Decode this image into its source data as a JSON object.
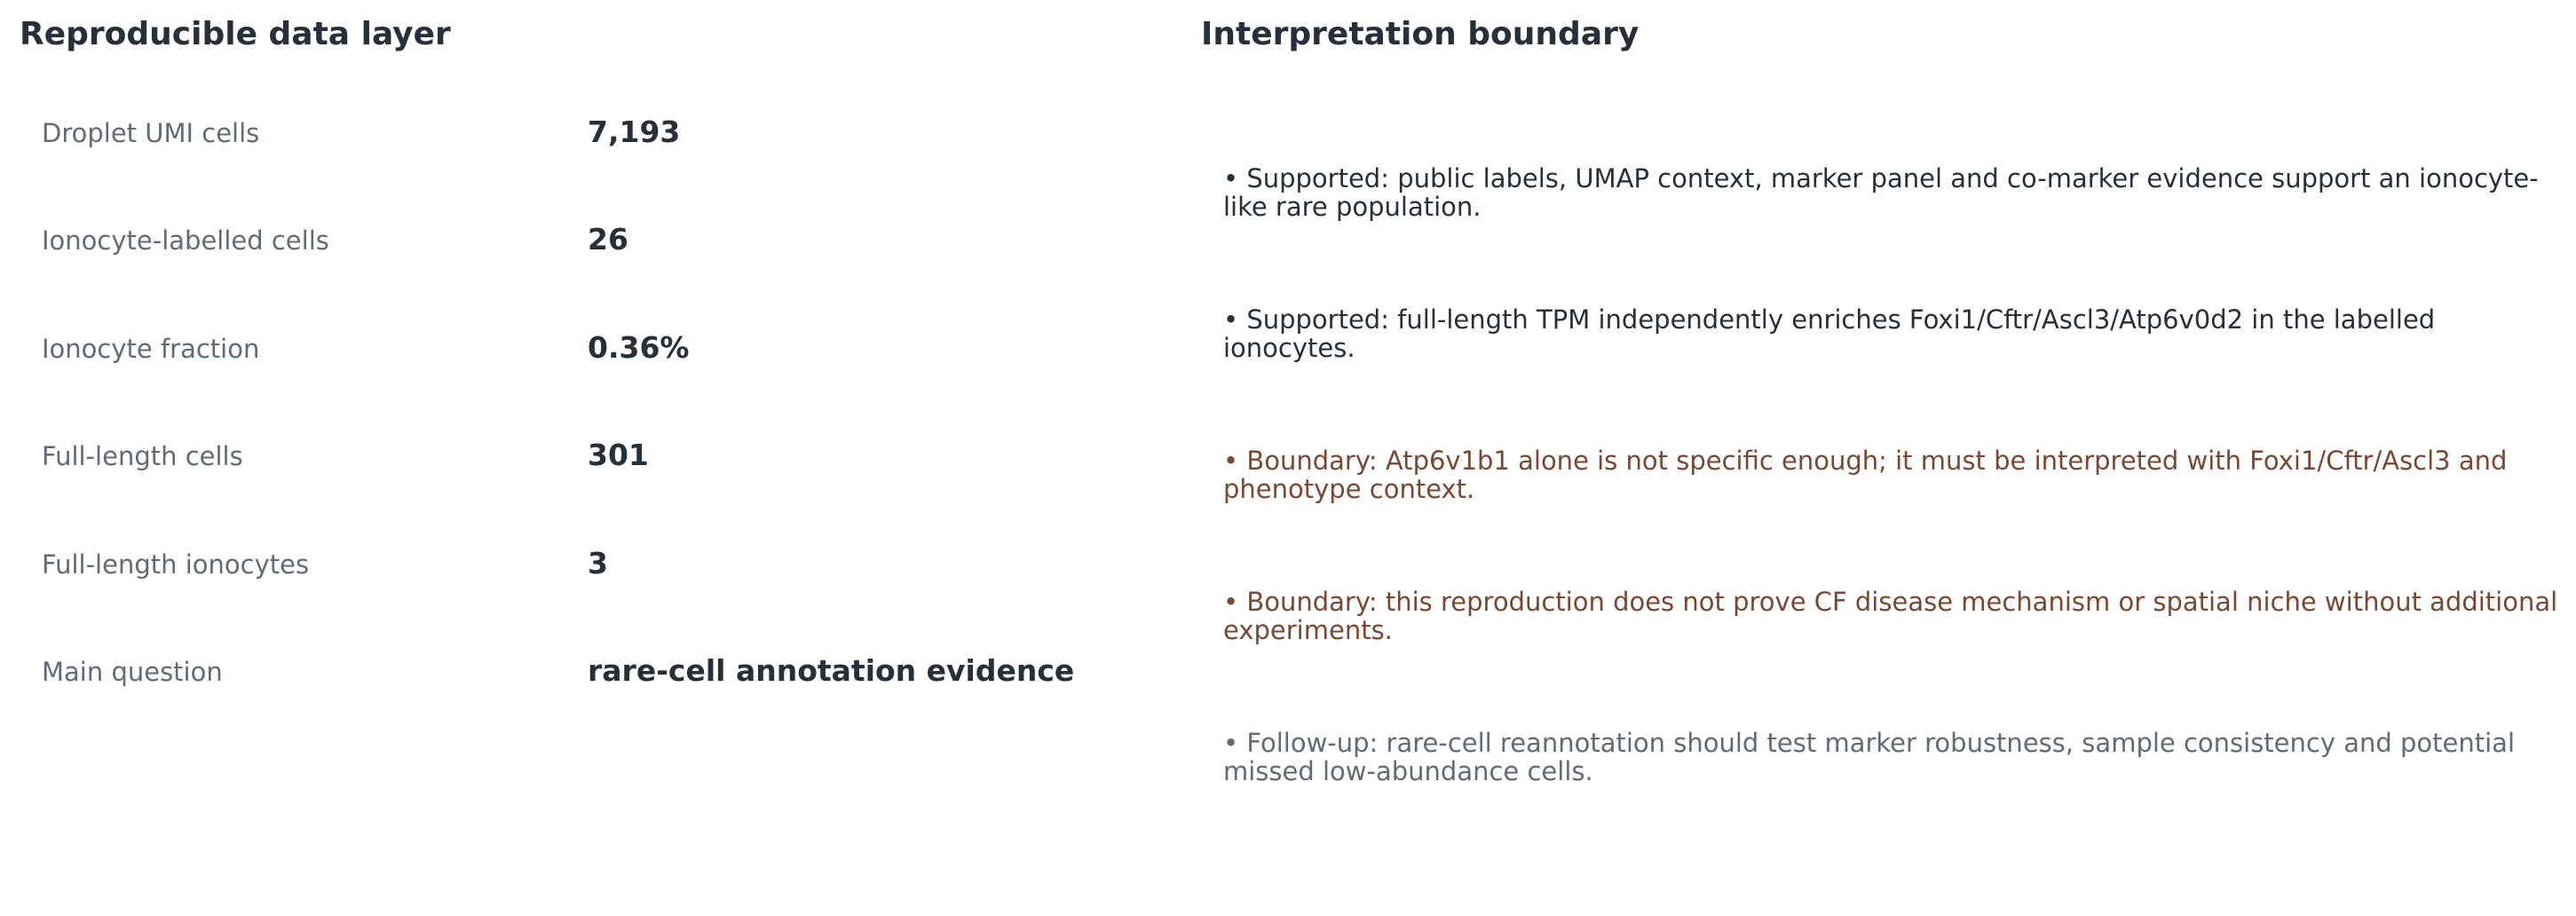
{
  "left_panel": {
    "title": "Reproducible data layer",
    "metrics": [
      {
        "label": "Droplet UMI cells",
        "value": "7,193"
      },
      {
        "label": "Ionocyte-labelled cells",
        "value": "26"
      },
      {
        "label": "Ionocyte fraction",
        "value": "0.36%"
      },
      {
        "label": "Full-length cells",
        "value": "301"
      },
      {
        "label": "Full-length ionocytes",
        "value": "3"
      },
      {
        "label": "Main question",
        "value": "rare-cell annotation evidence"
      }
    ]
  },
  "right_panel": {
    "title": "Interpretation boundary",
    "bullets": [
      {
        "kind": "supported",
        "text": "• Supported: public labels, UMAP context, marker panel and co-marker evidence support an ionocyte-like rare population."
      },
      {
        "kind": "supported",
        "text": "• Supported: full-length TPM independently enriches Foxi1/Cftr/Ascl3/Atp6v0d2 in the labelled ionocytes."
      },
      {
        "kind": "boundary",
        "text": "• Boundary: Atp6v1b1 alone is not specific enough; it must be interpreted with Foxi1/Cftr/Ascl3 and phenotype context."
      },
      {
        "kind": "boundary",
        "text": "• Boundary: this reproduction does not prove CF disease mechanism or spatial niche without additional experiments."
      },
      {
        "kind": "followup",
        "text": "• Follow-up: rare-cell reannotation should test marker robustness, sample consistency and potential missed low-abundance cells."
      }
    ],
    "colors": {
      "supported": "#25303a",
      "boundary": "#7a4733",
      "followup": "#5f6b76"
    }
  }
}
